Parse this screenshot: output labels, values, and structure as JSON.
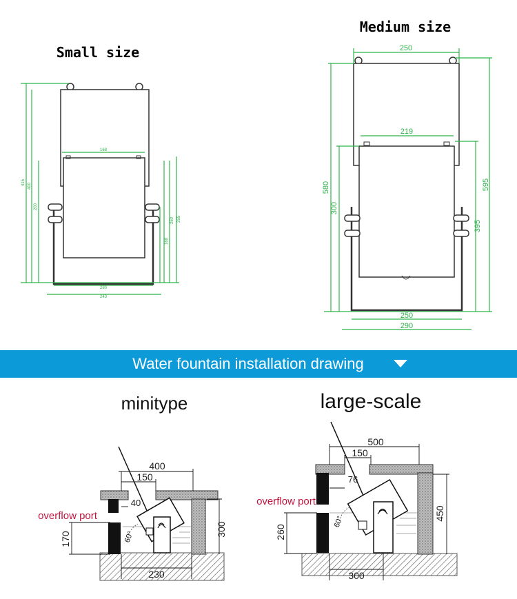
{
  "top": {
    "small": {
      "title": "Small size",
      "dims": {
        "w_inner": "168",
        "w_mid": "280",
        "w_outer": "243",
        "h_outer": "415",
        "h_total": "400",
        "h_body": "200",
        "h_a": "250",
        "h_b": "255",
        "h_c": "168"
      }
    },
    "medium": {
      "title": "Medium size",
      "dims": {
        "top_width": "250",
        "inner_width": "219",
        "base_width": "250",
        "outer_width": "290",
        "h_left": "580",
        "h_left_inner": "300",
        "h_right": "595",
        "h_right_inner": "395"
      }
    }
  },
  "banner": {
    "text": "Water fountain installation drawing",
    "color": "#0c9ad9",
    "icon": "triangle-down-icon"
  },
  "bottom": {
    "mini": {
      "title": "minitype",
      "overflow_label": "overflow port",
      "dims": {
        "d400": "400",
        "d150": "150",
        "d40": "40",
        "d300": "300",
        "d170": "170",
        "d230": "230",
        "angle": "60°"
      }
    },
    "large": {
      "title": "large-scale",
      "overflow_label": "overflow port",
      "dims": {
        "d500": "500",
        "d150": "150",
        "d76": "76",
        "d450": "450",
        "d260": "260",
        "d300": "300",
        "angle": "60°"
      }
    }
  }
}
